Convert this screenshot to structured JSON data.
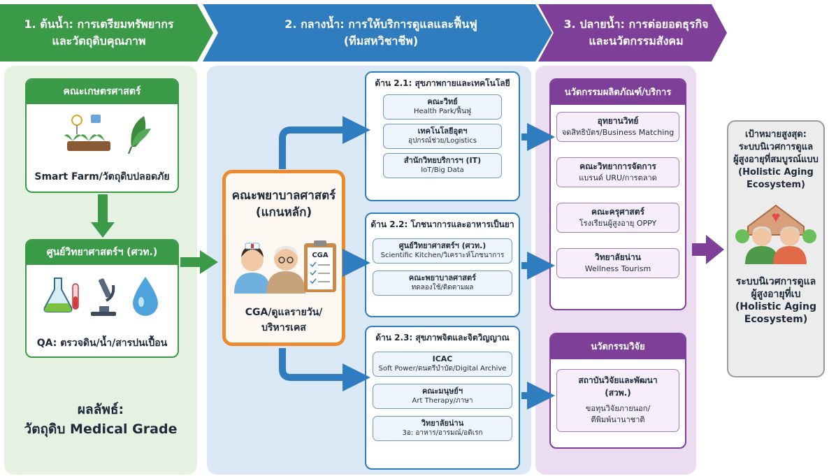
{
  "headers": {
    "col1": [
      "1. ต้นน้ำ: การเตรียมทรัพยากร",
      "และวัตถุดิบคุณภาพ"
    ],
    "col2": [
      "2. กลางน้ำ: การให้บริการดูแลและฟื้นฟู",
      "(ทีมสหวิชาชีพ)"
    ],
    "col3": [
      "3. ปลายน้ำ: การต่อยอดธุรกิจ",
      "และนวัตกรรมสังคม"
    ]
  },
  "upstream": {
    "agri": {
      "title": "คณะเกษตรศาสตร์",
      "caption": "Smart Farm/วัตถุดิบปลอดภัย",
      "icons": [
        "smart-farm-icon",
        "leaf-icon"
      ]
    },
    "sci": {
      "title": "ศูนย์วิทยาศาสตร์ฯ (ศวท.)",
      "caption": "QA: ตรวจดิน/น้ำ/สารปนเปื้อน",
      "icons": [
        "lab-flask-icon",
        "microscope-icon",
        "water-drop-icon"
      ]
    },
    "result": [
      "ผลลัพธ์:",
      "วัตถุดิบ Medical Grade"
    ]
  },
  "core": {
    "title": [
      "คณะพยาบาลศาสตร์",
      "(แกนหลัก)"
    ],
    "sub": [
      "CGA/ดูแลรายวัน/",
      "บริหารเคส"
    ],
    "clipboard_label": "CGA",
    "icons": [
      "nurse-icon",
      "elderly-icon",
      "cga-clipboard-icon"
    ]
  },
  "domains": [
    {
      "title": "ด้าน 2.1: สุขภาพกายและเทคโนโลยี",
      "items": [
        {
          "name": "คณะวิทย์",
          "detail": "Health Park/ฟื้นฟู"
        },
        {
          "name": "เทคโนโลยีอุตฯ",
          "detail": "อุปกรณ์ช่วย/Logistics"
        },
        {
          "name": "สำนักวิทยบริการฯ (IT)",
          "detail": "IoT/Big Data"
        }
      ]
    },
    {
      "title": "ด้าน 2.2: โภชนาการและอาหารเป็นยา",
      "items": [
        {
          "name": "ศูนย์วิทยาศาสตร์ฯ (ศวท.)",
          "detail": "Scientific Kitchen/วิเคราะห์โภชนาการ"
        },
        {
          "name": "คณะพยาบาลศาสตร์",
          "detail": "ทดลองใช้/ติดตามผล"
        }
      ]
    },
    {
      "title": "ด้าน 2.3: สุขภาพจิตและจิตวิญญาณ",
      "items": [
        {
          "name": "ICAC",
          "detail": "Soft Power/ดนตรีบำบัด/Digital Archive"
        },
        {
          "name": "คณะมนุษย์ฯ",
          "detail": "Art Therapy/ภาษา"
        },
        {
          "name": "วิทยาลัยน่าน",
          "detail": "3อ: อาหาร/อารมณ์/อดิเรก"
        }
      ]
    }
  ],
  "downstream": {
    "products": {
      "title": "นวัตกรรมผลิตภัณฑ์/บริการ",
      "items": [
        {
          "name": "อุทยานวิทย์",
          "detail": "จดสิทธิบัตร/Business Matching"
        },
        {
          "name": "คณะวิทยาการจัดการ",
          "detail": "แบรนด์ URU/การตลาด"
        },
        {
          "name": "คณะครุศาสตร์",
          "detail": "โรงเรียนผู้สูงอายุ OPPY"
        },
        {
          "name": "วิทยาลัยน่าน",
          "detail": "Wellness Tourism"
        }
      ]
    },
    "research": {
      "title": "นวัตกรรมวิจัย",
      "item_name": [
        "สถาบันวิจัยและพัฒนา",
        "(สวพ.)"
      ],
      "item_detail": [
        "ขอทุนวิจัยภายนอก/",
        "ตีพิมพ์นานาชาติ"
      ]
    }
  },
  "goal": {
    "heading": [
      "เป้าหมายสูงสุด:",
      "ระบบนิเวศการดูแล",
      "ผู้สูงอายุที่สมบูรณ์แบบ",
      "(Holistic Aging",
      "Ecosystem)"
    ],
    "footer": [
      "ระบบนิเวศการดูแล",
      "ผู้สูงอายุที่เบ",
      "(Holistic Aging",
      "Ecosystem)"
    ],
    "icons": [
      "elderly-couple-home-icon"
    ]
  },
  "colors": {
    "green": "#3a9a48",
    "blue": "#2f7dbf",
    "purple": "#7d3f98",
    "orange": "#ee8a2c",
    "gray": "#9a9a9a"
  }
}
